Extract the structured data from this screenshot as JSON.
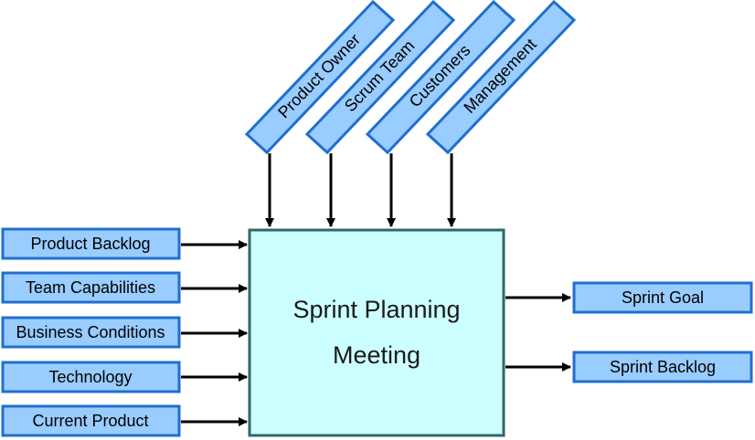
{
  "center": {
    "line1": "Sprint Planning",
    "line2": "Meeting"
  },
  "top_inputs": [
    "Product Owner",
    "Scrum Team",
    "Customers",
    "Management"
  ],
  "left_inputs": [
    "Product Backlog",
    "Team Capabilities",
    "Business Conditions",
    "Technology",
    "Current Product"
  ],
  "outputs": [
    "Sprint Goal",
    "Sprint Backlog"
  ],
  "colors": {
    "box_fill": "#99ccff",
    "box_stroke": "#1f6fcf",
    "center_fill": "#ccffff",
    "center_stroke": "#336666",
    "arrow": "#000000"
  }
}
